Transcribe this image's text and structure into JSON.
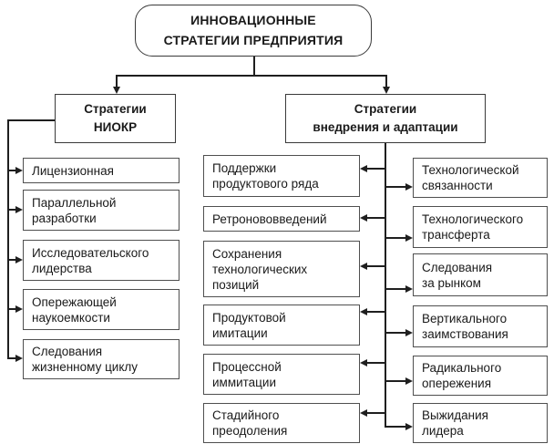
{
  "colors": {
    "background": "#ffffff",
    "box_border": "#4f4f4f",
    "header_border": "#3a3a3a",
    "connector_line": "#1f1f1f",
    "text": "#1a1a1a"
  },
  "root": {
    "label": "ИННОВАЦИОННЫЕ\nСТРАТЕГИИ ПРЕДПРИЯТИЯ"
  },
  "branches": {
    "niokr": {
      "label": "Стратегии\nНИОКР"
    },
    "adaptation": {
      "label": "Стратегии\nвнедрения и адаптации"
    }
  },
  "niokr_strategies": [
    "Лицензионная",
    "Параллельной\nразработки",
    "Исследовательского\nлидерства",
    "Опережающей\nнаукоемкости",
    "Следования\nжизненному циклу"
  ],
  "adaptation_strategies_left": [
    "Поддержки\nпродуктового ряда",
    "Ретронововведений",
    "Сохранения\nтехнологических\nпозиций",
    "Продуктовой\nимитации",
    "Процессной\nиммитации",
    "Стадийного\nпреодоления"
  ],
  "adaptation_strategies_right": [
    "Технологической\nсвязанности",
    "Технологического\nтрансферта",
    "Следования\nза рынком",
    "Вертикального\nзаимствования",
    "Радикального\nопережения",
    "Выжидания\nлидера"
  ]
}
